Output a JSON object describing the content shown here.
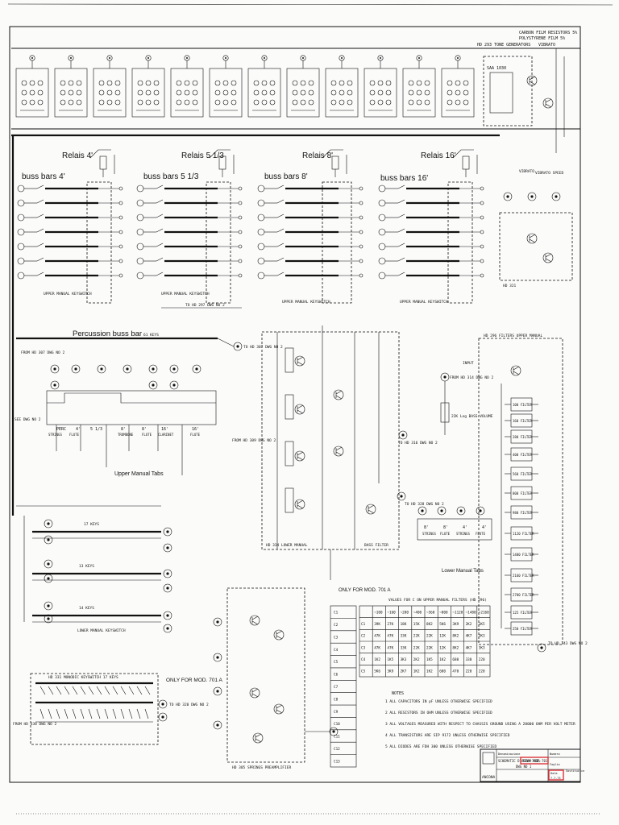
{
  "header": {
    "legend_line1": "CARBON FILM RESISTORS 5%",
    "legend_line2": "POLYSTYRENE FILM 5%",
    "tone_generators": "HD 293 TONE GENERATORS",
    "vibrato_top": "VIBRATO",
    "saa_label": "SAA 1030"
  },
  "relais": [
    "Relais 4'",
    "Relais 5 1/3",
    "Relais 8'",
    "Relais 16'"
  ],
  "buss_bars": [
    "buss bars 4'",
    "buss bars 5 1/3",
    "buss bars 8'",
    "buss bars 16'"
  ],
  "keyswitch_labels": [
    "UPPER MANUAL KEYSWITCH",
    "UPPER MANUAL KEYSWITCH",
    "UPPER MANUAL KEYSWITCH",
    "UPPER MANUAL KEYSWITCH"
  ],
  "to_hd_297": "TO HD 297 DWG NO 2",
  "percussion": {
    "title": "Percussion buss bar",
    "keys": "61 KEYS",
    "from": "FROM HD 307 DWG NO 2",
    "to": "TO HD 307 DWG NO 2"
  },
  "upper_tabs": {
    "title": "Upper Manual Tabs",
    "labels": [
      "PERC",
      "4'",
      "5 1/3",
      "8'",
      "8'",
      "16'",
      "16'"
    ],
    "sublabels": [
      "STRINGS",
      "FLUTE",
      "",
      "TROMBONE",
      "FLUTE",
      "CLARINET",
      "FLUTE"
    ],
    "see": "SEE DWG NO 2"
  },
  "lower_keyswitch": {
    "title": "LOWER MANUAL KEYSWITCH",
    "rows": [
      "17 KEYS",
      "13 KEYS",
      "14 KEYS"
    ]
  },
  "monodic": {
    "title": "HD 331 MONODIC KEYSWITCH 17 KEYS",
    "only": "ONLY FOR MOD. 701 A",
    "to": "TO HD 320 DWG NO 2",
    "from": "FROM HD 338 DWG NO 2"
  },
  "center": {
    "label": "HD 334 LOWER MANUAL",
    "from": "FROM HD 309 DWG NO 2",
    "bass_filter": "BASS FILTER",
    "to_hd": "TO HD 316 DWG NO 2",
    "to_hd_2": "TO HD 328 DWG NO 2",
    "only_for": "ONLY FOR MOD. 701 A"
  },
  "bass_volume": {
    "label": "22K Log BASS VOLUME",
    "from": "FROM HD 314 DWG NO 2"
  },
  "lower_tabs": {
    "title": "Lower Manual Tabs",
    "labels": [
      "8'",
      "8'",
      "4'",
      "4'"
    ],
    "sublabels": [
      "STRINGS",
      "FLUTE",
      "STRINGS",
      "FLUTE"
    ]
  },
  "right_column": {
    "vibrato": "VIBRATO",
    "vibrato_speed": "VIBRATO SPEED",
    "hd_321": "HD 321",
    "filters_label": "HD 296 FILTERS UPPER MANUAL",
    "input": "INPUT",
    "filters": [
      "250 FILTER",
      "125 FILTER",
      "2780 FILTER",
      "2160 FILTER",
      "1480 FILTER",
      "1120 FILTER",
      "980 FILTER",
      "800 FILTER",
      "560 FILTER",
      "400 FILTER",
      "280 FILTER",
      "160 FILTER",
      "100 FILTER"
    ],
    "to": "TO HD 343 DWG NO 2"
  },
  "springs": {
    "label": "HD 305 SPRINGS PREAMPLIFIER"
  },
  "values_table": {
    "title": "VALUES FOR C ON UPPER MANUAL FILTERS (HD 296)",
    "headers": [
      "",
      "~100",
      "~160",
      "~280",
      "~400",
      "~560",
      "~800",
      "~1120",
      "~1480",
      "~2160"
    ],
    "rows": [
      [
        "C1",
        "39K",
        "27K",
        "18K",
        "15K",
        "8K2",
        "5K6",
        "3K9",
        "2K2",
        "1K5"
      ],
      [
        "C2",
        "47K",
        "47K",
        "33K",
        "22K",
        "22K",
        "12K",
        "8K2",
        "4K7",
        "3K3"
      ],
      [
        "C3",
        "47K",
        "47K",
        "33K",
        "22K",
        "22K",
        "12K",
        "8K2",
        "4K7",
        "3K3"
      ],
      [
        "C4",
        "1K2",
        "1K5",
        "3K3",
        "2K2",
        "1K5",
        "1K2",
        "680",
        "330",
        "220"
      ],
      [
        "C5",
        "5K6",
        "3K9",
        "2K7",
        "1K2",
        "1K2",
        "680",
        "470",
        "220",
        "220"
      ]
    ]
  },
  "note_table": [
    "C1",
    "C2",
    "C3",
    "C4",
    "C5",
    "C6",
    "C7",
    "C8",
    "C9",
    "C10",
    "C11",
    "C12",
    "C13"
  ],
  "notes": {
    "title": "NOTES",
    "lines": [
      "1 ALL CAPACITORS IN pF UNLESS OTHERWISE SPECIFIED",
      "2 ALL RESISTORS IN OHM UNLESS OTHERWISE SPECIFIED",
      "3 ALL VOLTAGES MEASURED WITH RESPECT TO CHASSIS GROUND USING A 20000 OHM PER VOLT METER",
      "4 ALL TRANSISTORS ARE SIP 9172 UNLESS OTHERWISE SPECIFIED",
      "5 ALL DIODES ARE FDH 300 UNLESS OTHERWISE SPECIFIED"
    ]
  },
  "title_block": {
    "company": "ANCONA",
    "description_label": "Denominazione",
    "description": "SCHEMATIC DIAGRAM MOD.",
    "model": "701A-701R-701",
    "dwg": "DWG NO 1",
    "numero_label": "Numero",
    "foglio_label": "Foglio",
    "sostituisce_label": "Sostituisce",
    "data_label": "Data",
    "date": "7-7-75"
  },
  "colors": {
    "ink": "#111111",
    "stamp": "#d8262b",
    "paper": "#fbfbfa"
  }
}
